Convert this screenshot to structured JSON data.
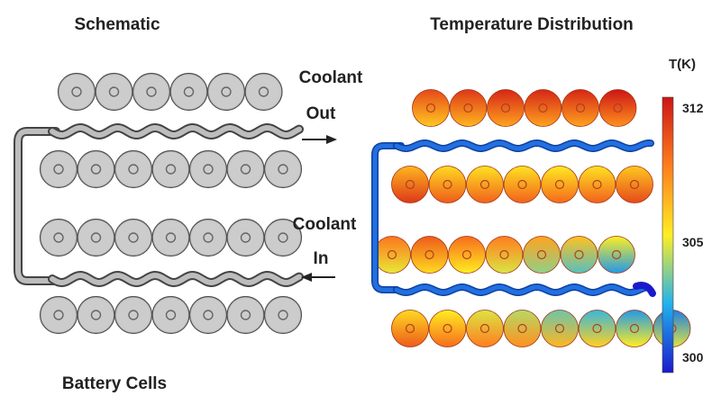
{
  "left_panel": {
    "title": "Schematic",
    "coolant_out_line1": "Coolant",
    "coolant_out_line2": "Out",
    "coolant_in_line1": "Coolant",
    "coolant_in_line2": "In",
    "caption": "Battery Cells",
    "rows": [
      6,
      7,
      7,
      7
    ],
    "cell_fill": "#cccccc",
    "pipe_fill": "#bdbdbd"
  },
  "right_panel": {
    "title": "Temperature Distribution",
    "colorbar": {
      "title": "T(K)",
      "ticks": [
        "312",
        "305",
        "300"
      ],
      "range": [
        300,
        312
      ],
      "colors": [
        "#1a1acc",
        "#22b2ee",
        "#ffee22",
        "#ff7d1e",
        "#cc1515"
      ]
    },
    "pipe_color": "#2270e0",
    "rows": [
      [
        310.5,
        311,
        311.5,
        311.5,
        311.5,
        312
      ],
      [
        311,
        310,
        309.8,
        309.8,
        309.6,
        309.8,
        310.5
      ],
      [
        309.2,
        310,
        309.5,
        309,
        308,
        307.2,
        306
      ],
      [
        310,
        309.5,
        309,
        308.5,
        307.5,
        306.8,
        306,
        305.5
      ]
    ]
  }
}
